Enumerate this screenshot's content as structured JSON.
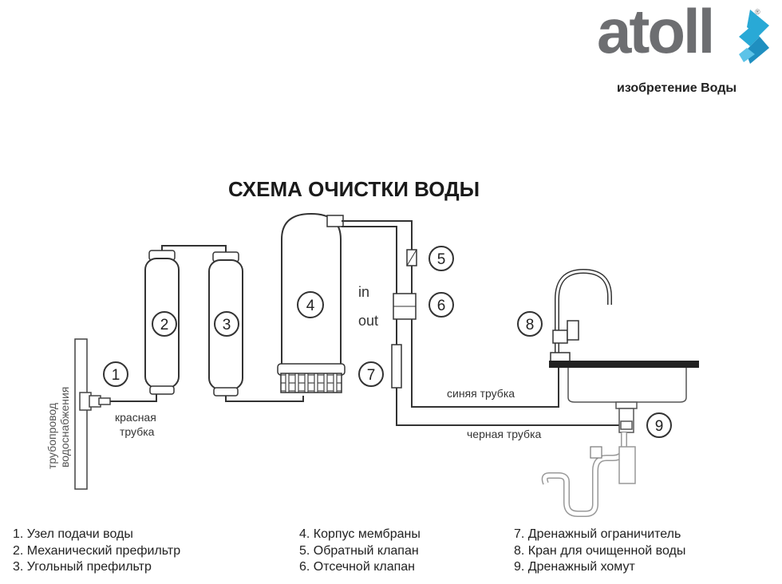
{
  "logo": {
    "name": "atoll",
    "registered": "®",
    "tagline": "изобретение  Воды",
    "accent_color": "#29a9d6"
  },
  "title": "СХЕМА ОЧИСТКИ ВОДЫ",
  "labels": {
    "pipe_vertical_1": "трубопровод",
    "pipe_vertical_2": "водоснабжения",
    "red_tube_1": "красная",
    "red_tube_2": "трубка",
    "in": "in",
    "out": "out",
    "blue_tube": "синяя трубка",
    "black_tube": "черная трубка"
  },
  "markers": [
    "1",
    "2",
    "3",
    "4",
    "5",
    "6",
    "7",
    "8",
    "9"
  ],
  "legend": {
    "col1": [
      "1. Узел подачи воды",
      "2. Механический префильтр",
      "3. Угольный префильтр"
    ],
    "col2": [
      "4. Корпус мембраны",
      "5. Обратный клапан",
      "6. Отсечной клапан"
    ],
    "col3": [
      "7. Дренажный ограничитель",
      "8. Кран для очищенной воды",
      "9. Дренажный хомут"
    ]
  }
}
